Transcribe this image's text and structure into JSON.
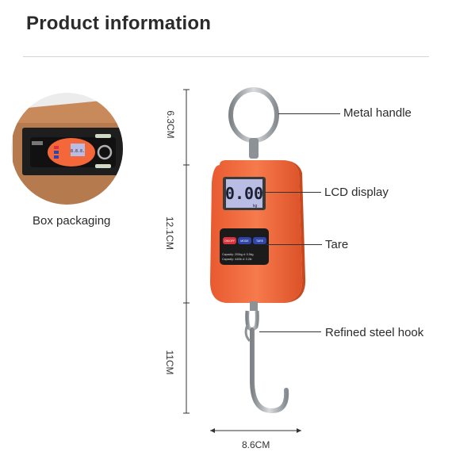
{
  "header": {
    "title": "Product information"
  },
  "packaging": {
    "label": "Box packaging",
    "mini_display": "8.8.8."
  },
  "dimensions": {
    "handle": "6.3CM",
    "body": "12.1CM",
    "hook": "11CM",
    "width": "8.6CM"
  },
  "callouts": {
    "handle": "Metal handle",
    "lcd": "LCD display",
    "tare": "Tare",
    "hook": "Refined steel hook"
  },
  "scale": {
    "display_value": "0.00",
    "display_unit": "kg",
    "buttons": [
      "ON/OFF",
      "MODE",
      "TARE"
    ],
    "capacity_line1": "Capacity: 200kg d: 0.5kg",
    "capacity_line2": "Capacity: 440lb d: 0.2lb"
  },
  "colors": {
    "body": "#f3673a",
    "body_dark": "#d8532b",
    "lcd": "#b9bde3",
    "steel": "#9ea3a6",
    "panel": "#1b1b1b",
    "btn_red": "#d9343e",
    "btn_blue": "#2f46a8"
  }
}
